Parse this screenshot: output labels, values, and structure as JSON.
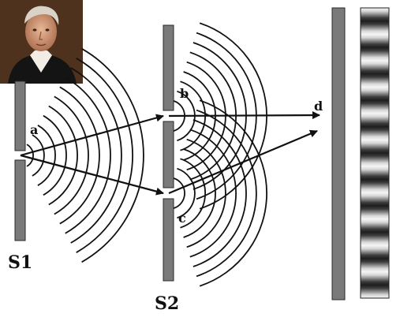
{
  "diagram": {
    "slit_labels": {
      "s1": "S1",
      "s2": "S2"
    },
    "point_labels": {
      "a": "a",
      "b": "b",
      "c": "c",
      "d": "d"
    },
    "colors": {
      "barrier": "#7a7a7a",
      "barrier_outline": "#2a2a2a",
      "waves": "#111111",
      "fringe_dark": "#1e1e1e",
      "fringe_light": "#f4f4f4"
    },
    "portrait": {
      "icon": "thomas-young-portrait-icon"
    },
    "fringe_count": 11
  }
}
